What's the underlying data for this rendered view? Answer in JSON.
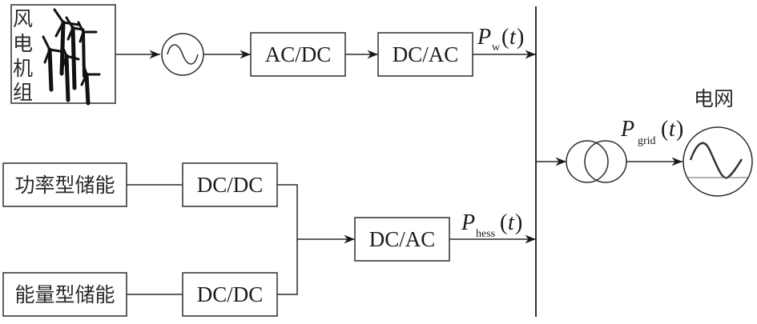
{
  "title": "风电机组-混合储能并网系统结构图",
  "wind_farm": {
    "label_chars": [
      "风",
      "电",
      "机",
      "组"
    ],
    "icon": "wind-turbines-icon"
  },
  "generator": {
    "icon": "ac-generator-sine-icon"
  },
  "converters": {
    "wind_acdc": "AC/DC",
    "wind_dcac": "DC/AC",
    "power_dcdc": "DC/DC",
    "energy_dcdc": "DC/DC",
    "hess_dcac": "DC/AC"
  },
  "storage": {
    "power_type": "功率型储能",
    "energy_type": "能量型储能"
  },
  "signals": {
    "p_wind": {
      "var": "P",
      "sub": "w",
      "arg": "(t)",
      "t": "t"
    },
    "p_hess": {
      "var": "P",
      "sub": "hess",
      "arg": "(t)",
      "t": "t"
    },
    "p_grid": {
      "var": "P",
      "sub": "grid",
      "arg": "(t)",
      "t": "t"
    }
  },
  "transformer": {
    "icon": "transformer-icon"
  },
  "grid": {
    "label": "电网",
    "icon": "grid-sine-icon"
  }
}
